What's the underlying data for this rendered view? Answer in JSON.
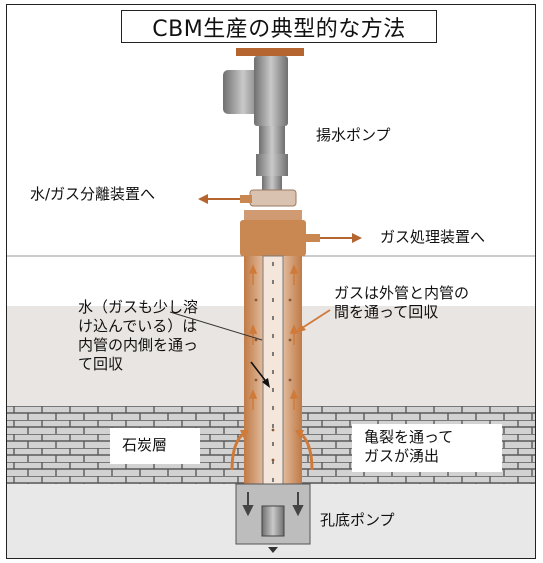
{
  "title": "CBM生産の典型的な方法",
  "labels": {
    "pump": "揚水ポンプ",
    "water_gas_separator": "水/ガス分離装置へ",
    "gas_processing": "ガス処理装置へ",
    "water_recovery": [
      "水（ガスも少し溶",
      "け込んでいる）は",
      "内管の内側を通っ",
      "て回収"
    ],
    "gas_recovery": [
      "ガスは外管と内管の",
      "間を通って回収"
    ],
    "coal_seam": "石炭層",
    "fracture_gas": [
      "亀裂を通って",
      "ガスが湧出"
    ],
    "bottom_pump": "孔底ポンプ"
  },
  "colors": {
    "pipe_orange": "#c98752",
    "pipe_light": "#efd9c6",
    "brick": "#cfcfcf",
    "brick_line": "#555555",
    "surface_band": "#e6e2df",
    "pump_gray": "#8a8a8a"
  }
}
